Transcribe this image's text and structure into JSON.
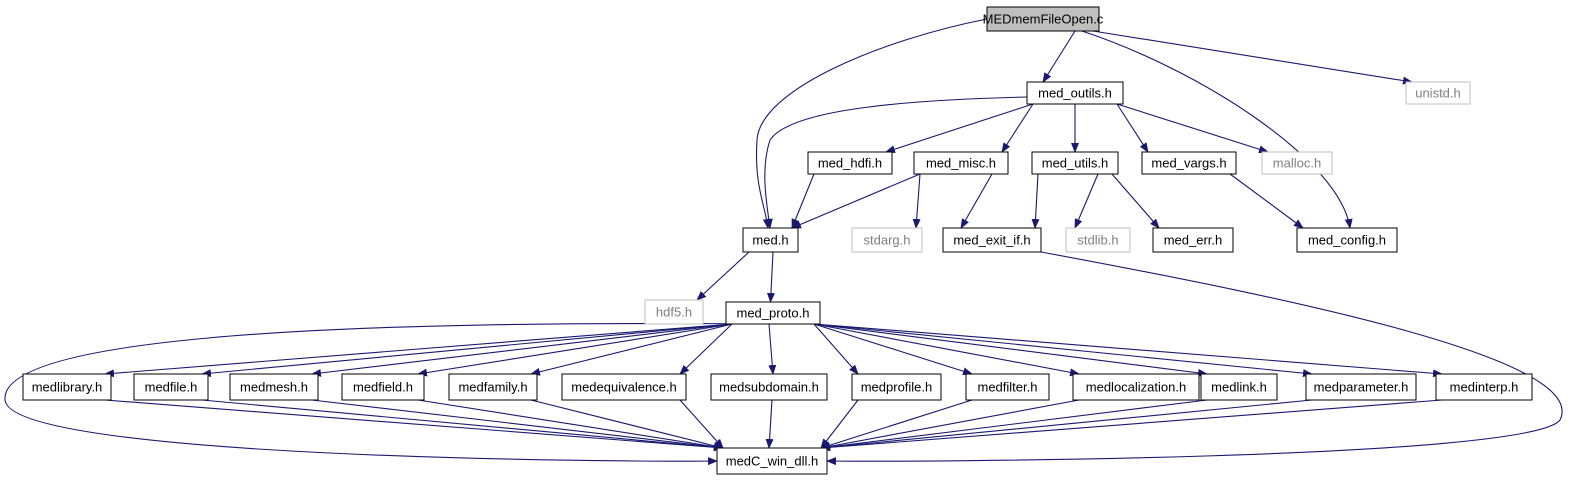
{
  "colors": {
    "edge": "#191970",
    "node_border": "#000000",
    "external_border": "#bfbfbf",
    "root_fill": "#bfbfbf",
    "text": "#000000",
    "external_text": "#808080"
  },
  "nodes": [
    {
      "id": "root",
      "label": "MEDmemFileOpen.c",
      "kind": "root"
    },
    {
      "id": "med_outils",
      "label": "med_outils.h",
      "kind": "header"
    },
    {
      "id": "unistd",
      "label": "unistd.h",
      "kind": "external"
    },
    {
      "id": "med_hdfi",
      "label": "med_hdfi.h",
      "kind": "header"
    },
    {
      "id": "med_misc",
      "label": "med_misc.h",
      "kind": "header"
    },
    {
      "id": "med_utils",
      "label": "med_utils.h",
      "kind": "header"
    },
    {
      "id": "med_vargs",
      "label": "med_vargs.h",
      "kind": "header"
    },
    {
      "id": "malloc",
      "label": "malloc.h",
      "kind": "external"
    },
    {
      "id": "med",
      "label": "med.h",
      "kind": "header"
    },
    {
      "id": "stdarg",
      "label": "stdarg.h",
      "kind": "external"
    },
    {
      "id": "med_exit_if",
      "label": "med_exit_if.h",
      "kind": "header"
    },
    {
      "id": "stdlib",
      "label": "stdlib.h",
      "kind": "external"
    },
    {
      "id": "med_err",
      "label": "med_err.h",
      "kind": "header"
    },
    {
      "id": "med_config",
      "label": "med_config.h",
      "kind": "header"
    },
    {
      "id": "hdf5",
      "label": "hdf5.h",
      "kind": "external"
    },
    {
      "id": "med_proto",
      "label": "med_proto.h",
      "kind": "header"
    },
    {
      "id": "medlibrary",
      "label": "medlibrary.h",
      "kind": "header"
    },
    {
      "id": "medfile",
      "label": "medfile.h",
      "kind": "header"
    },
    {
      "id": "medmesh",
      "label": "medmesh.h",
      "kind": "header"
    },
    {
      "id": "medfield",
      "label": "medfield.h",
      "kind": "header"
    },
    {
      "id": "medfamily",
      "label": "medfamily.h",
      "kind": "header"
    },
    {
      "id": "medequivalence",
      "label": "medequivalence.h",
      "kind": "header"
    },
    {
      "id": "medsubdomain",
      "label": "medsubdomain.h",
      "kind": "header"
    },
    {
      "id": "medprofile",
      "label": "medprofile.h",
      "kind": "header"
    },
    {
      "id": "medfilter",
      "label": "medfilter.h",
      "kind": "header"
    },
    {
      "id": "medlocalization",
      "label": "medlocalization.h",
      "kind": "header"
    },
    {
      "id": "medlink",
      "label": "medlink.h",
      "kind": "header"
    },
    {
      "id": "medparameter",
      "label": "medparameter.h",
      "kind": "header"
    },
    {
      "id": "medinterp",
      "label": "medinterp.h",
      "kind": "header"
    },
    {
      "id": "medC_win_dll",
      "label": "medC_win_dll.h",
      "kind": "header"
    }
  ],
  "edges": [
    [
      "root",
      "med_outils"
    ],
    [
      "root",
      "unistd"
    ],
    [
      "root",
      "med"
    ],
    [
      "root",
      "med_config"
    ],
    [
      "med_outils",
      "med_hdfi"
    ],
    [
      "med_outils",
      "med_misc"
    ],
    [
      "med_outils",
      "med_utils"
    ],
    [
      "med_outils",
      "med_vargs"
    ],
    [
      "med_outils",
      "malloc"
    ],
    [
      "med_outils",
      "med"
    ],
    [
      "med_hdfi",
      "med"
    ],
    [
      "med_misc",
      "med"
    ],
    [
      "med_misc",
      "stdarg"
    ],
    [
      "med_misc",
      "med_exit_if"
    ],
    [
      "med_utils",
      "med_exit_if"
    ],
    [
      "med_utils",
      "stdlib"
    ],
    [
      "med_utils",
      "med_err"
    ],
    [
      "med_vargs",
      "med_config"
    ],
    [
      "med",
      "hdf5"
    ],
    [
      "med",
      "med_proto"
    ],
    [
      "med_exit_if",
      "medC_win_dll"
    ],
    [
      "med_proto",
      "medlibrary"
    ],
    [
      "med_proto",
      "medfile"
    ],
    [
      "med_proto",
      "medmesh"
    ],
    [
      "med_proto",
      "medfield"
    ],
    [
      "med_proto",
      "medfamily"
    ],
    [
      "med_proto",
      "medequivalence"
    ],
    [
      "med_proto",
      "medsubdomain"
    ],
    [
      "med_proto",
      "medprofile"
    ],
    [
      "med_proto",
      "medfilter"
    ],
    [
      "med_proto",
      "medlocalization"
    ],
    [
      "med_proto",
      "medlink"
    ],
    [
      "med_proto",
      "medparameter"
    ],
    [
      "med_proto",
      "medinterp"
    ],
    [
      "med_proto",
      "medC_win_dll"
    ],
    [
      "medlibrary",
      "medC_win_dll"
    ],
    [
      "medfile",
      "medC_win_dll"
    ],
    [
      "medmesh",
      "medC_win_dll"
    ],
    [
      "medfield",
      "medC_win_dll"
    ],
    [
      "medfamily",
      "medC_win_dll"
    ],
    [
      "medequivalence",
      "medC_win_dll"
    ],
    [
      "medsubdomain",
      "medC_win_dll"
    ],
    [
      "medprofile",
      "medC_win_dll"
    ],
    [
      "medfilter",
      "medC_win_dll"
    ],
    [
      "medlocalization",
      "medC_win_dll"
    ],
    [
      "medlink",
      "medC_win_dll"
    ],
    [
      "medparameter",
      "medC_win_dll"
    ],
    [
      "medinterp",
      "medC_win_dll"
    ]
  ]
}
